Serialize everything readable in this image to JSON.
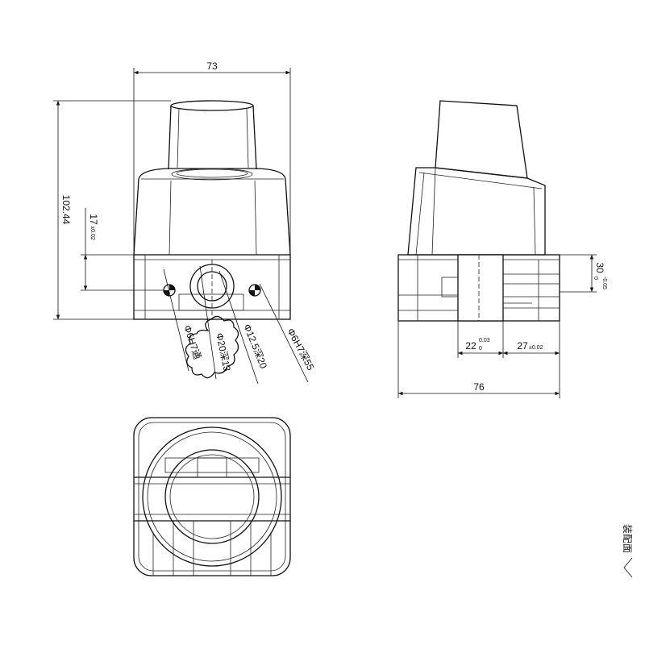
{
  "front_view": {
    "width_dim": "73",
    "height_dim": "102.44",
    "hole_height_dim": "17",
    "hole_height_tol": "±0.02",
    "callout_left_hole": "Φ6H7通",
    "callout_center_bore": "Φ20深13",
    "callout_center_hole": "Φ12.5深20",
    "callout_right_hole": "Φ6H7深55"
  },
  "side_view": {
    "height_dim": "30",
    "height_tol_upper": "0",
    "height_tol_lower": "-0.05",
    "offset_dim_1": "22",
    "offset_dim_1_tol_upper": "0.03",
    "offset_dim_1_tol_lower": "0",
    "offset_dim_2": "27",
    "offset_dim_2_tol": "±0.02",
    "width_dim": "76"
  },
  "edge_note": "装配面"
}
